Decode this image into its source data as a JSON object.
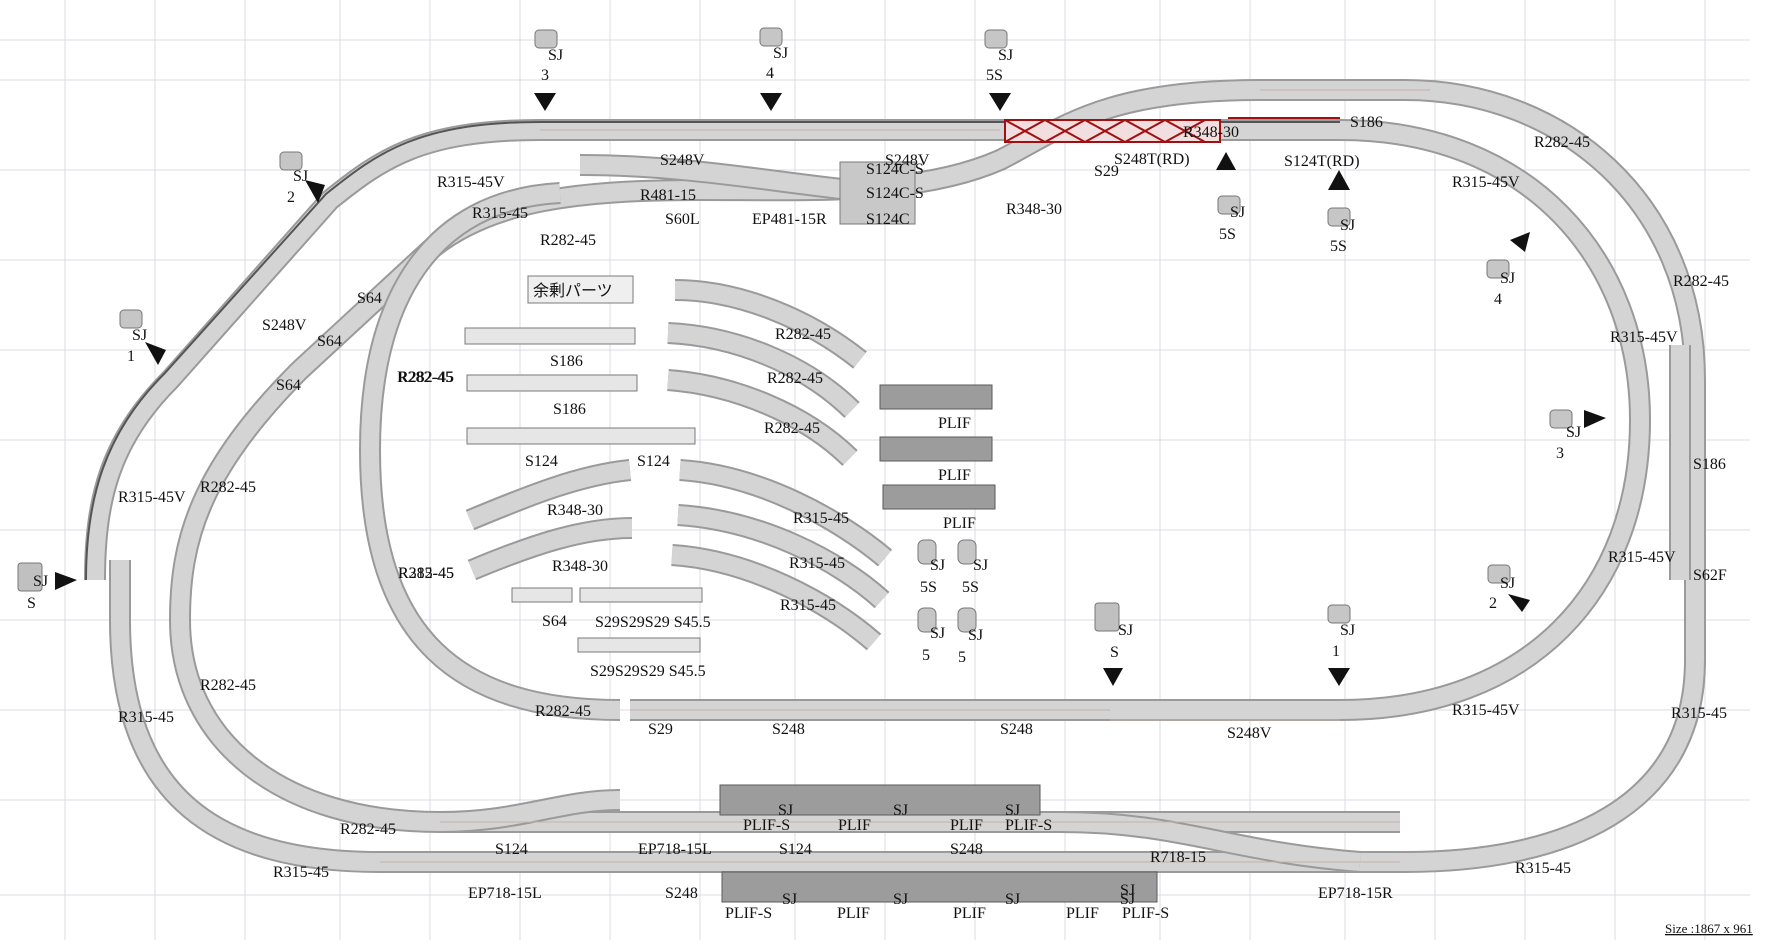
{
  "colors": {
    "rail_outer": "#9a9a9a",
    "rail_inner": "#d4d4d4",
    "bridge": "#a01010",
    "platform": "#9c9c9c"
  },
  "spare_parts_label": "余剰パーツ",
  "size_label": "Size :1867 x 961",
  "icons": [
    "signal-icon",
    "direction-arrow-icon"
  ],
  "track_labels": [
    "R315-45V",
    "R315-45",
    "R282-45",
    "S248V",
    "S248V",
    "R481-15",
    "S60L",
    "EP481-15R",
    "S124C-S",
    "S124C-S",
    "S124C",
    "R348-30",
    "S29",
    "S248T(RD)",
    "R348-30",
    "S186",
    "S124T(RD)",
    "R282-45",
    "R315-45V",
    "R282-45",
    "R315-45V",
    "S186",
    "S62F",
    "R315-45V",
    "R315-45",
    "R315-45",
    "R315-45V",
    "S248V",
    "S248",
    "S248",
    "S29",
    "R282-45",
    "R282-45",
    "R315-45V",
    "S64",
    "S64",
    "S64",
    "S248V",
    "R282-45",
    "R282-45",
    "R315-45",
    "R282-45",
    "S124",
    "EP718-15L",
    "S124",
    "S248",
    "R718-15",
    "R315-45",
    "EP718-15L",
    "S248",
    "EP718-15R",
    "R315-45"
  ],
  "spare_labels": [
    "S186",
    "S186",
    "S124",
    "S124",
    "R348-30",
    "R348-30",
    "S64",
    "S29S29S29 S45.5",
    "S29S29S29 S45.5",
    "R282-45",
    "R282-45",
    "R282-45",
    "R315-45",
    "R315-45",
    "R315-45",
    "R282-45",
    "R282-45",
    "PLIF",
    "PLIF",
    "PLIF"
  ],
  "platform_labels": [
    "SJ",
    "PLIF-S",
    "SJ",
    "PLIF",
    "SJ",
    "PLIF",
    "SJ",
    "PLIF-S",
    "PLIF-S",
    "SJ",
    "PLIF",
    "SJ",
    "PLIF",
    "SJ",
    "PLIF",
    "SJ",
    "PLIF-S"
  ],
  "signals": [
    {
      "name": "SJ",
      "num": "3"
    },
    {
      "name": "SJ",
      "num": "4"
    },
    {
      "name": "SJ",
      "num": "5S"
    },
    {
      "name": "SJ",
      "num": "2"
    },
    {
      "name": "SJ",
      "num": "1"
    },
    {
      "name": "SJ",
      "num": "S"
    },
    {
      "name": "SJ",
      "num": "5S"
    },
    {
      "name": "SJ",
      "num": "5S"
    },
    {
      "name": "SJ",
      "num": "4"
    },
    {
      "name": "SJ",
      "num": "3"
    },
    {
      "name": "SJ",
      "num": "2"
    },
    {
      "name": "SJ",
      "num": "S"
    },
    {
      "name": "SJ",
      "num": "1"
    },
    {
      "name": "SJ",
      "num": "5S"
    },
    {
      "name": "SJ",
      "num": "5S"
    },
    {
      "name": "SJ",
      "num": "5"
    },
    {
      "name": "SJ",
      "num": "5"
    }
  ]
}
